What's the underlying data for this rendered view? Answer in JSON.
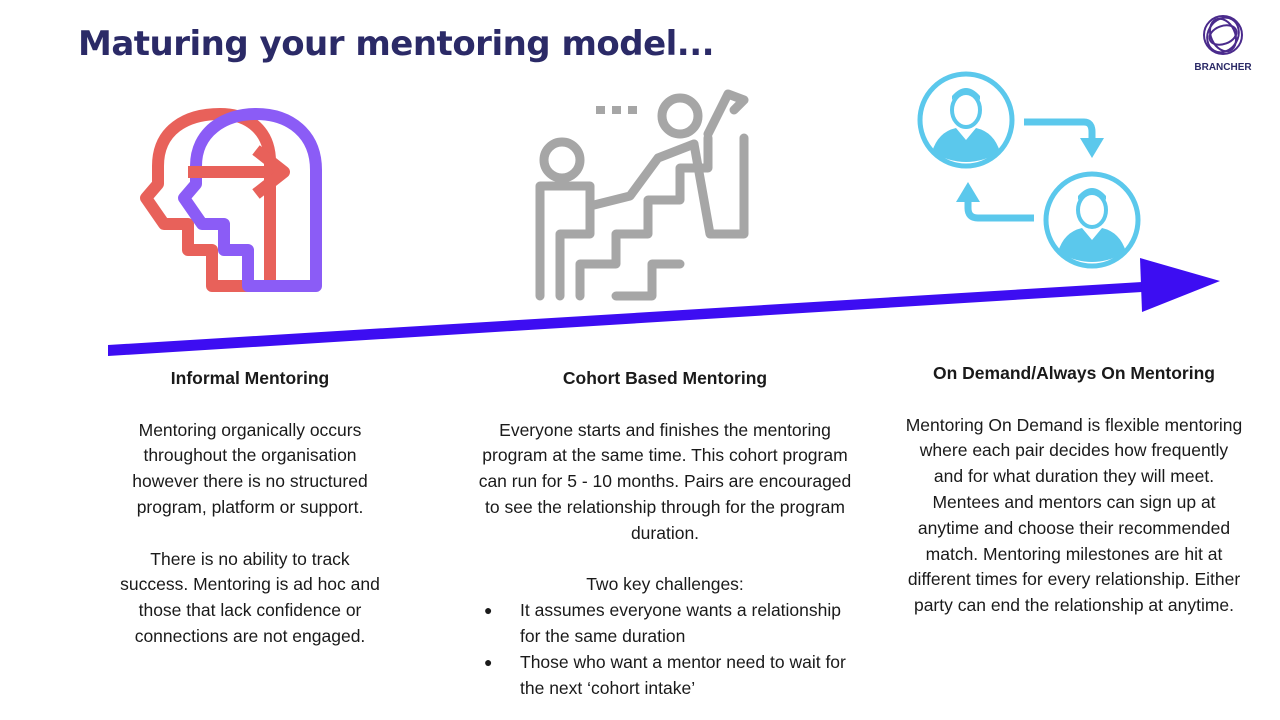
{
  "page": {
    "title": "Maturing your mentoring model...",
    "brand": "BRANCHER"
  },
  "colors": {
    "title": "#2b2a67",
    "arrow": "#3d0df2",
    "head_red": "#e8615a",
    "head_purple": "#8b5cf6",
    "stairs_gray": "#a6a6a6",
    "avatar_blue": "#5bc8ec"
  },
  "icons": {
    "informal": "two-heads-arrow-icon",
    "cohort": "climbing-stairs-icon",
    "on_demand": "exchange-avatars-icon",
    "brand": "brancher-logo-icon"
  },
  "columns": [
    {
      "heading": "Informal Mentoring",
      "paragraphs": [
        "Mentoring organically occurs throughout the organisation however there is no structured program, platform or support.",
        "There is no ability to track success. Mentoring is ad hoc and those that lack confidence or connections are not engaged."
      ]
    },
    {
      "heading": "Cohort Based Mentoring",
      "paragraphs": [
        "Everyone starts and finishes the mentoring program at the same time. This cohort program can run for 5 - 10 months. Pairs are encouraged to see the relationship through for the program duration.",
        "Two key challenges:"
      ],
      "bullets": [
        "It assumes everyone wants a relationship for the same duration",
        "Those who want a mentor need to wait for the next ‘cohort intake’"
      ]
    },
    {
      "heading": "On Demand/Always On Mentoring",
      "paragraphs": [
        "Mentoring On Demand is flexible mentoring where each pair decides how frequently and for what duration they will meet. Mentees and mentors can sign up at anytime and choose their recommended match. Mentoring milestones are hit at different times for every relationship. Either party can end the relationship at anytime."
      ]
    }
  ]
}
